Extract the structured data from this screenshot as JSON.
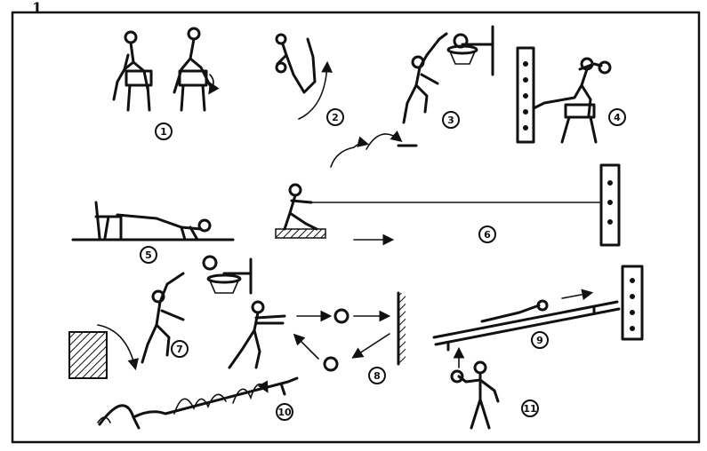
{
  "corner_mark": "1",
  "exercise_numbers": [
    "1",
    "2",
    "3",
    "4",
    "5",
    "6",
    "7",
    "8",
    "9",
    "10",
    "11"
  ]
}
